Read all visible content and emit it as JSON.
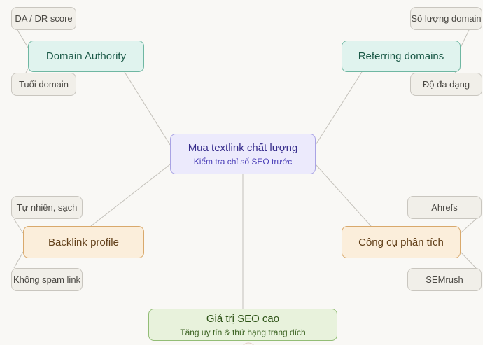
{
  "center": {
    "title": "Mua textlink chất lượng",
    "subtitle": "Kiểm tra chỉ số SEO trước"
  },
  "branches": {
    "domain_authority": {
      "label": "Domain Authority",
      "leaves": [
        "DA / DR score",
        "Tuổi domain"
      ]
    },
    "referring_domains": {
      "label": "Referring domains",
      "leaves": [
        "Số lượng domain",
        "Độ đa dạng"
      ]
    },
    "backlink_profile": {
      "label": "Backlink profile",
      "leaves": [
        "Tự nhiên, sạch",
        "Không spam link"
      ]
    },
    "tools": {
      "label": "Công cụ phân tích",
      "leaves": [
        "Ahrefs",
        "SEMrush"
      ]
    }
  },
  "outcome": {
    "title": "Giá trị SEO cao",
    "subtitle": "Tăng uy tín & thứ hạng trang đích"
  }
}
